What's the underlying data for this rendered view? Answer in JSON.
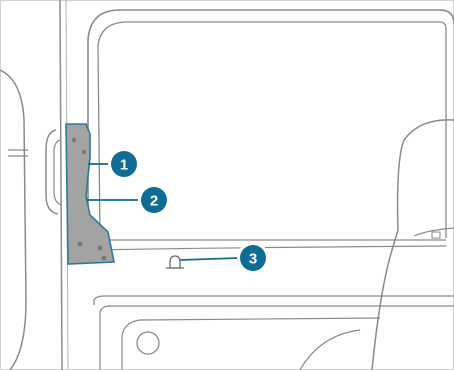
{
  "illustration": {
    "subject": "vehicle-door-interior-line-drawing",
    "colors": {
      "line": "#8a8a8a",
      "line_dark": "#6d6d6d",
      "highlight_fill": "#a3a3a3",
      "highlight_stroke": "#2b7a9b",
      "callout_fill": "#0f6d94",
      "callout_ring": "#ffffff",
      "leader_line": "#0f6d94"
    }
  },
  "callouts": [
    {
      "label": "1"
    },
    {
      "label": "2"
    },
    {
      "label": "3"
    }
  ]
}
